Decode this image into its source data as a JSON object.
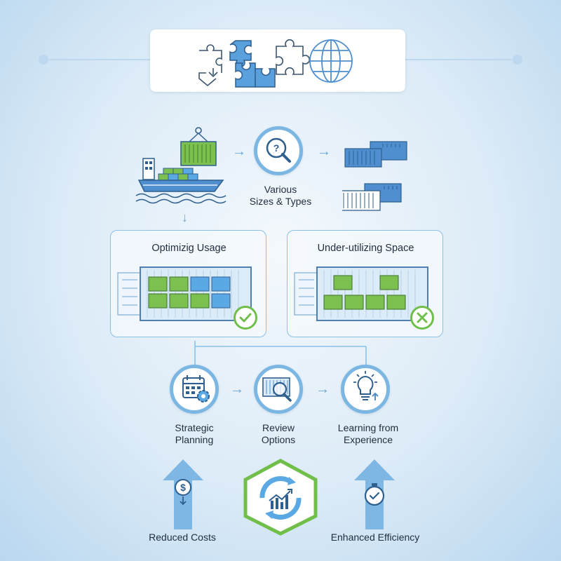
{
  "source": {
    "label_line1": "Various",
    "label_line2": "Sizes & Types"
  },
  "panels": {
    "optimizing": {
      "title": "Optimizig Usage",
      "status": "check"
    },
    "under": {
      "title": "Under-utilizing Space",
      "status": "cross"
    }
  },
  "steps": [
    {
      "line1": "Strategic",
      "line2": "Planning",
      "icon": "calendar-gear-icon"
    },
    {
      "line1": "Review",
      "line2": "Options",
      "icon": "container-magnifier-icon"
    },
    {
      "line1": "Learning from",
      "line2": "Experience",
      "icon": "lightbulb-icon"
    }
  ],
  "outcomes": {
    "left": "Reduced Costs",
    "right": "Enhanced Efficiency"
  },
  "colors": {
    "accent_blue": "#7bb7e2",
    "accent_green": "#6fbf4a",
    "container_blue": "#4f8fcf",
    "cargo_green": "#7cc04f",
    "cargo_blue": "#5aa9e4"
  }
}
